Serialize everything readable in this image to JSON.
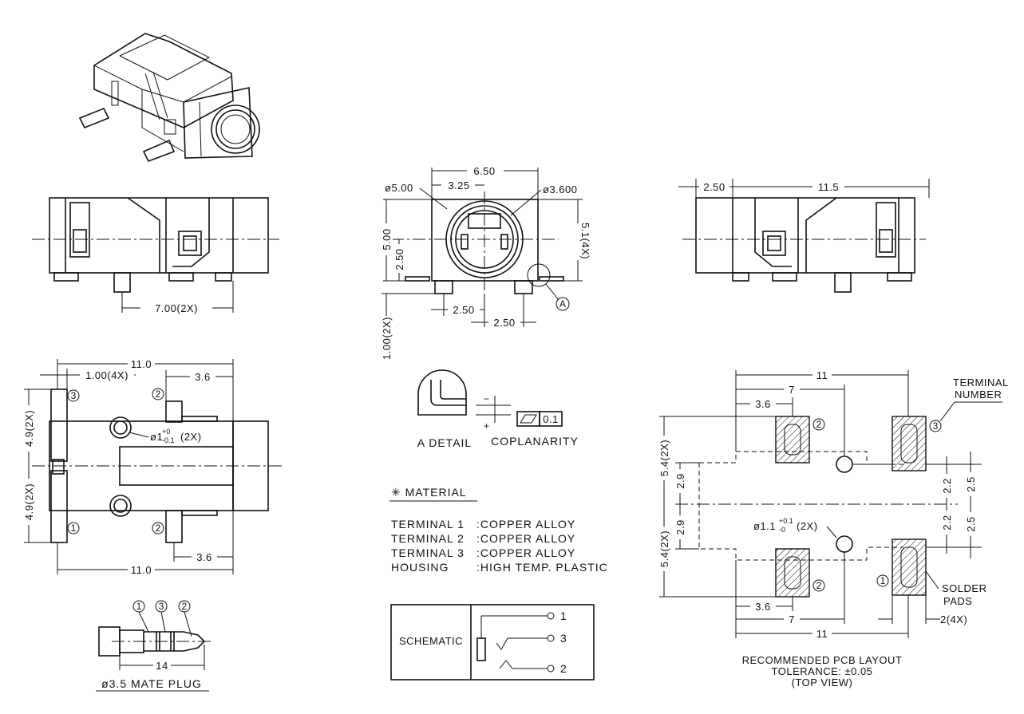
{
  "top_view_dims": {
    "d1": "6.50",
    "d2": "3.25",
    "d3": "ø5.00",
    "d4": "ø3.600",
    "d5": "5.00",
    "d6": "2.50",
    "d7": "5.1(4X)",
    "d8": "1.00(2X)",
    "d9": "2.50",
    "d10": "2.50",
    "callout": "A"
  },
  "left_side_dims": {
    "d1": "7.00(2X)"
  },
  "right_side_dims": {
    "d1": "2.50",
    "d2": "11.5"
  },
  "bottom_view_dims": {
    "overall_top": "11.0",
    "overall_bottom": "11.0",
    "pitch": "1.00(4X)",
    "right_top": "3.6",
    "right_bottom": "3.6",
    "height_top": "4.9(2X)",
    "height_bottom": "4.9(2X)",
    "hole_prefix": "ø1",
    "hole_tol_top": "+0",
    "hole_tol_bot": "-0.1",
    "hole_count": "(2X)",
    "pin1": "1",
    "pin2a": "2",
    "pin2b": "2",
    "pin3": "3"
  },
  "plug": {
    "pin1": "1",
    "pin3": "3",
    "pin2": "2",
    "length": "14",
    "caption": "ø3.5 MATE PLUG"
  },
  "detail": {
    "label": "A DETAIL",
    "coplanarity_label": "COPLANARITY",
    "tolerance": "0.1",
    "plus": "+",
    "minus": "−"
  },
  "material": {
    "title": "✳ MATERIAL",
    "rows": [
      {
        "part": "TERMINAL 1",
        "spec": ":COPPER ALLOY"
      },
      {
        "part": "TERMINAL 2",
        "spec": ":COPPER ALLOY"
      },
      {
        "part": "TERMINAL 3",
        "spec": ":COPPER ALLOY"
      },
      {
        "part": "HOUSING",
        "spec": ":HIGH TEMP. PLASTIC"
      }
    ]
  },
  "schematic": {
    "label": "SCHEMATIC",
    "pins": [
      "1",
      "3",
      "2"
    ]
  },
  "pcb": {
    "top_overall": "11",
    "top_mid": "7",
    "top_left": "3.6",
    "bottom_left": "3.6",
    "bottom_mid": "7",
    "bottom_overall": "11",
    "left_outer_top": "5.4(2X)",
    "left_inner_top": "2.9",
    "left_inner_bot": "2.9",
    "left_outer_bot": "5.4(2X)",
    "right_inner_top": "2.2",
    "right_outer_top": "2.5",
    "right_inner_bot": "2.2",
    "right_outer_bot": "2.5",
    "pad_width": "2(4X)",
    "hole_prefix": "ø1.1",
    "hole_tol_top": "+0.1",
    "hole_tol_bot": "-0",
    "hole_count": "(2X)",
    "terminal_number_1": "TERMINAL",
    "terminal_number_2": "NUMBER",
    "solder_1": "SOLDER",
    "solder_2": "PADS",
    "pin3": "3",
    "pin2a": "2",
    "pin2b": "2",
    "pin1": "1",
    "caption_1": "RECOMMENDED PCB LAYOUT",
    "caption_2": "TOLERANCE: ±0.05",
    "caption_3": "(TOP VIEW)"
  }
}
